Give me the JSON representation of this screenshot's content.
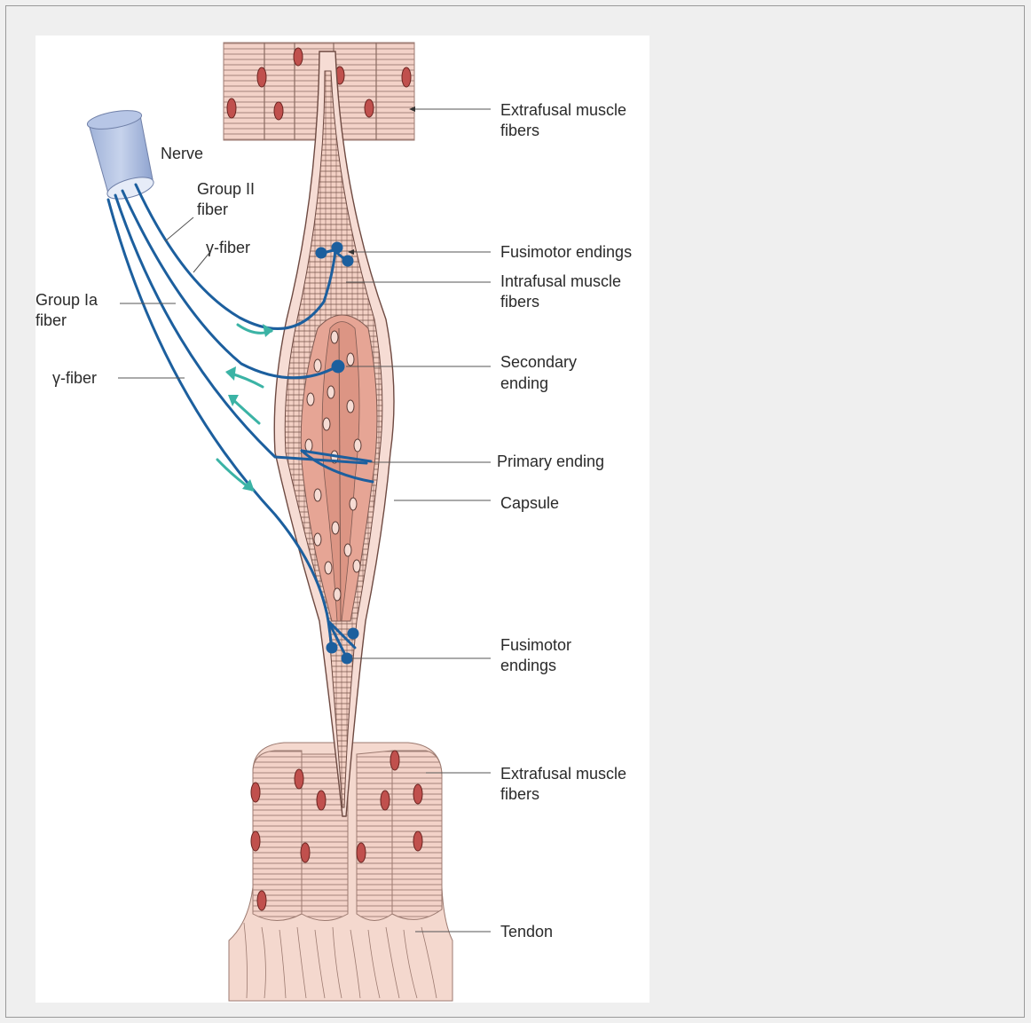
{
  "labels": {
    "extrafusal_top_1": "Extrafusal muscle",
    "extrafusal_top_2": "fibers",
    "nerve": "Nerve",
    "group_ii_1": "Group II",
    "group_ii_2": "fiber",
    "gamma_fiber_upper": "γ-fiber",
    "group_ia_1": "Group Ia",
    "group_ia_2": "fiber",
    "gamma_fiber_lower": "γ-fiber",
    "fusimotor_top": "Fusimotor endings",
    "intrafusal_1": "Intrafusal muscle",
    "intrafusal_2": "fibers",
    "secondary_1": "Secondary",
    "secondary_2": "ending",
    "primary": "Primary ending",
    "capsule": "Capsule",
    "fusimotor_bottom_1": "Fusimotor",
    "fusimotor_bottom_2": "endings",
    "extrafusal_bottom_1": "Extrafusal muscle",
    "extrafusal_bottom_2": "fibers",
    "tendon": "Tendon"
  },
  "colors": {
    "nerve_fiber": "#1c5f9e",
    "arrow": "#3bb3a5",
    "muscle": "#f2c9bd",
    "muscle_dark": "#e8a898",
    "nucleus": "#c0504d",
    "leader": "#555555"
  }
}
